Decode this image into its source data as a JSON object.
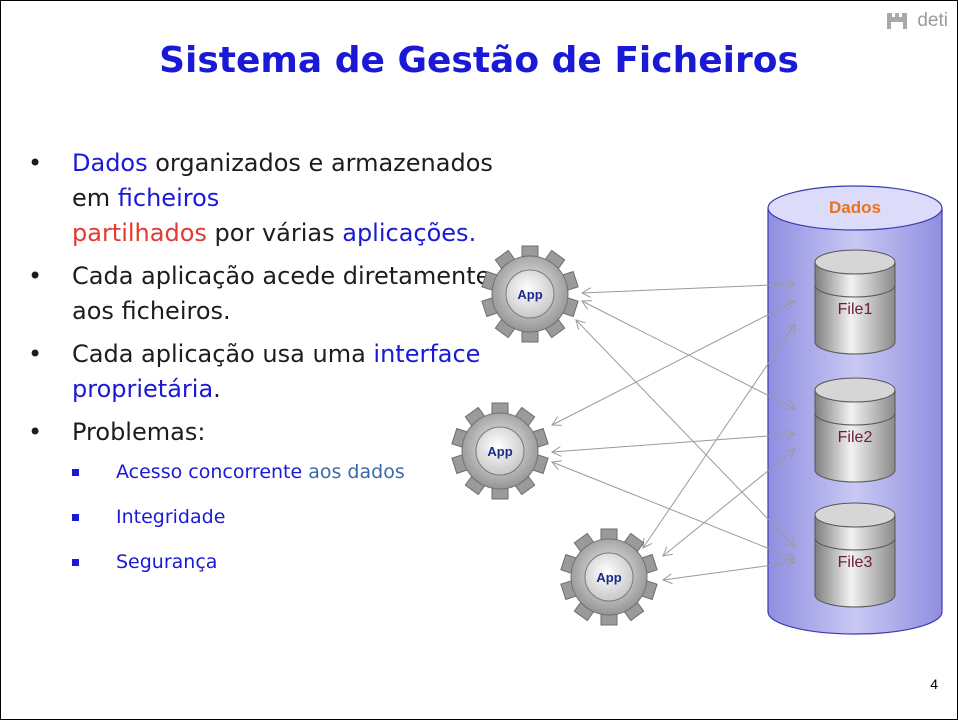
{
  "header": {
    "logo_text": "deti"
  },
  "slide": {
    "title": "Sistema de Gestão de Ficheiros",
    "page_number": "4",
    "bullets": {
      "b1": {
        "w1": "Dados",
        "w2": " organizados e armazenados em ",
        "w3": "ficheiros",
        "w4": "partilhados",
        "w5": " por várias ",
        "w6": "aplicações."
      },
      "b2": "Cada aplicação acede diretamente aos ficheiros.",
      "b3": {
        "w1": "Cada aplicação usa uma ",
        "w2": "interface proprietária",
        "w3": "."
      },
      "b4": "Problemas:",
      "sub": {
        "s1a": "Acesso concorrente",
        "s1b": " aos dados",
        "s2": "Integridade",
        "s3": "Segurança"
      }
    }
  },
  "diagram": {
    "cylinder_label": "Dados",
    "apps": [
      "App",
      "App",
      "App"
    ],
    "files": [
      "File1",
      "File2",
      "File3"
    ],
    "colors": {
      "title": "#1a1ad6",
      "dados_label": "#e8731c",
      "cylinder_fill": "#b9b8ef",
      "file_text": "#6b1a3a"
    }
  }
}
